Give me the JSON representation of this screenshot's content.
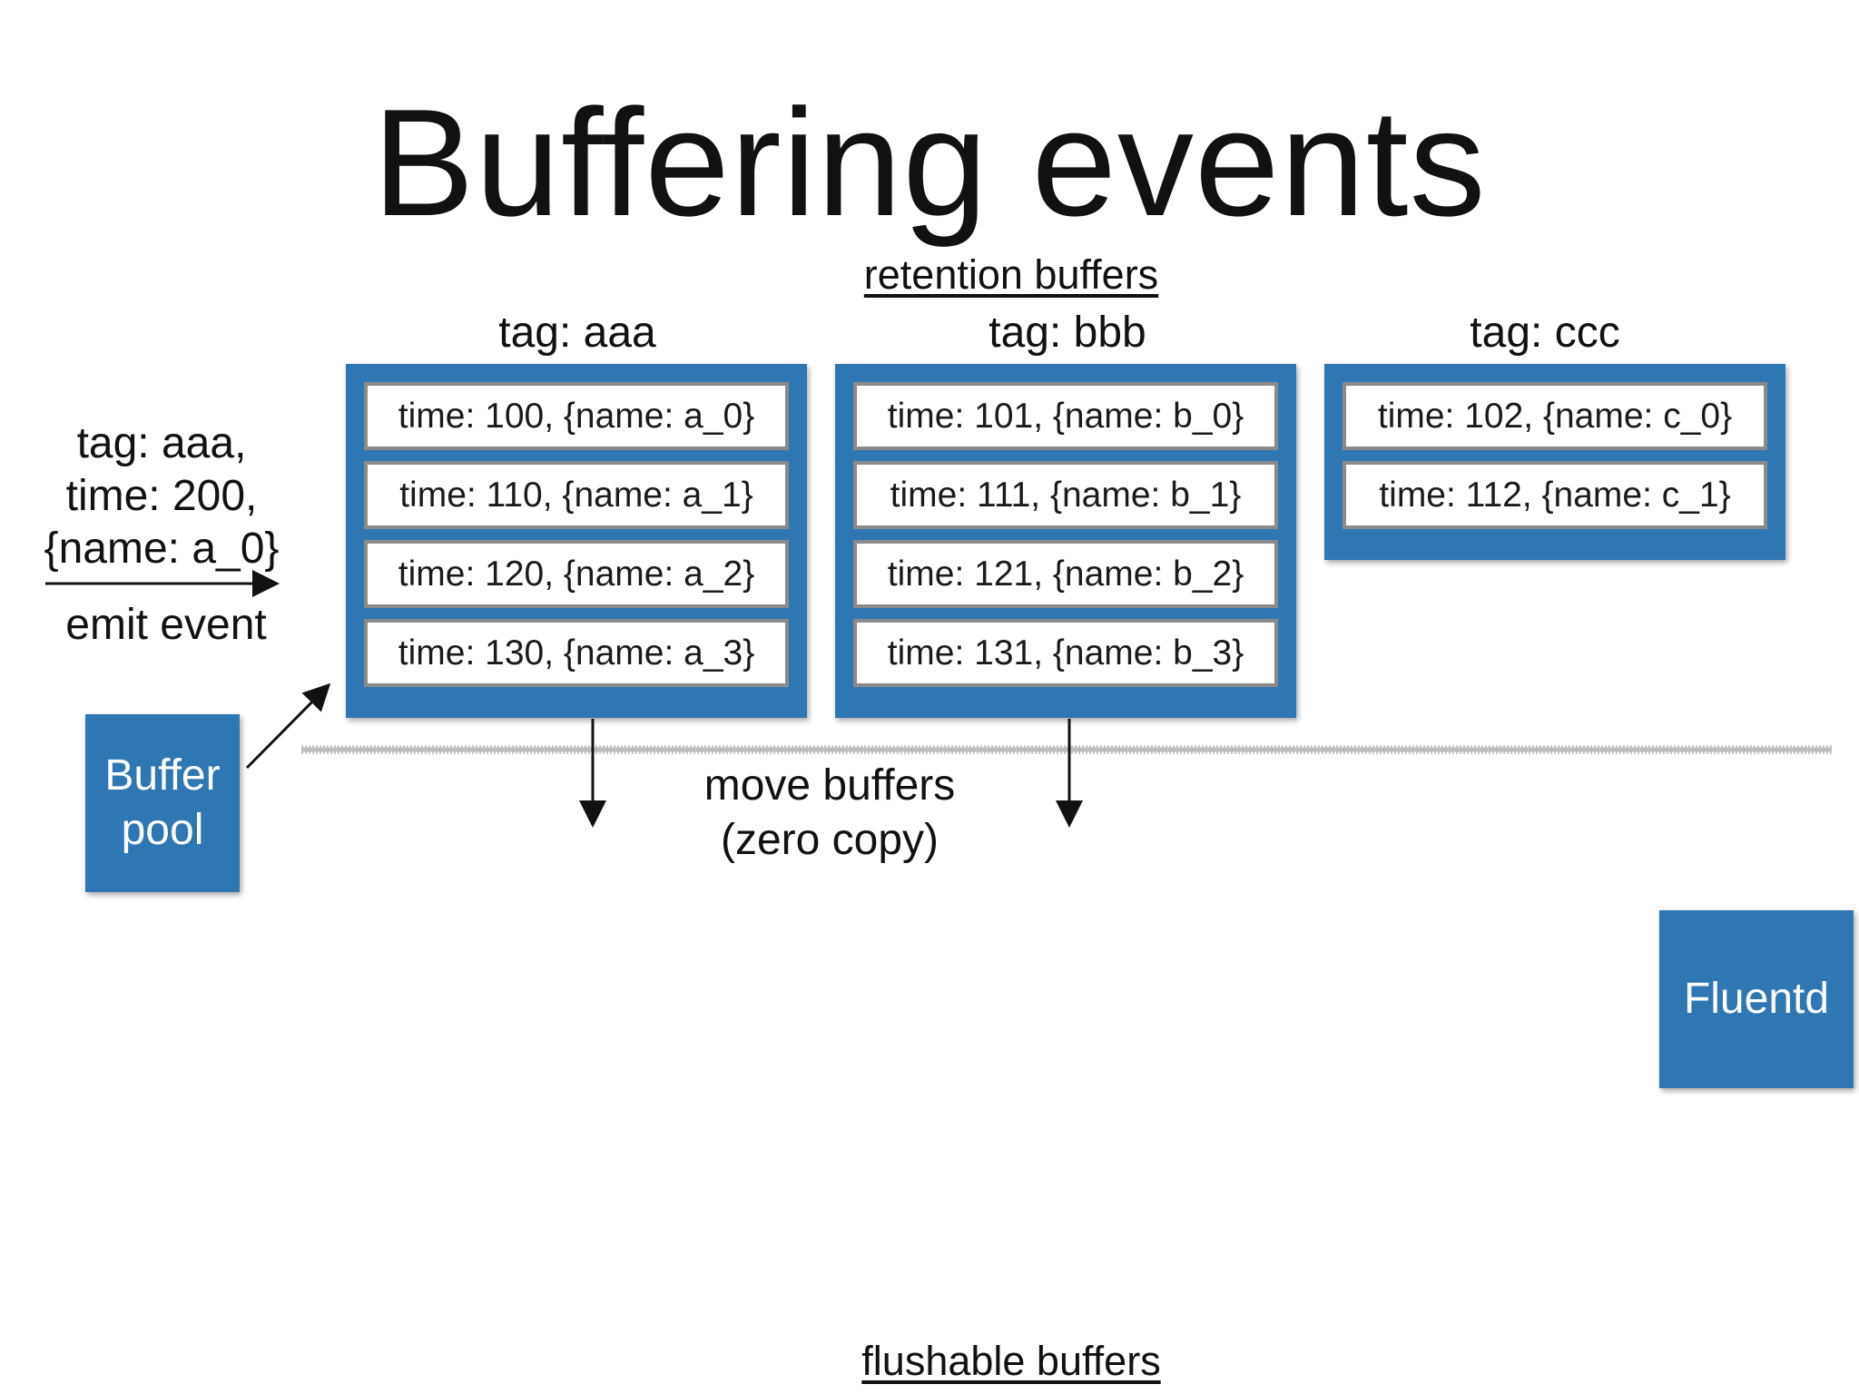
{
  "title": "Buffering events",
  "retention_label": "retention buffers",
  "flushable_label": "flushable buffers",
  "incoming_event": {
    "lines": [
      "tag: aaa,",
      "time: 200,",
      "{name: a_0}"
    ],
    "emit_label": "emit event"
  },
  "buffer_pool_label": [
    "Buffer",
    "pool"
  ],
  "fluentd_label": "Fluentd",
  "move_label": [
    "move buffers",
    "(zero copy)"
  ],
  "buffers": [
    {
      "tag": "tag: aaa",
      "chunks": [
        "time: 100, {name: a_0}",
        "time: 110, {name: a_1}",
        "time: 120, {name: a_2}",
        "time: 130, {name: a_3}"
      ]
    },
    {
      "tag": "tag: bbb",
      "chunks": [
        "time: 101, {name: b_0}",
        "time: 111, {name: b_1}",
        "time: 121, {name: b_2}",
        "time: 131, {name: b_3}"
      ]
    },
    {
      "tag": "tag: ccc",
      "chunks": [
        "time: 102, {name: c_0}",
        "time: 112, {name: c_1}"
      ]
    }
  ],
  "colors": {
    "buffer_blue": "#2f77b3",
    "chunk_border": "#8a8a8a",
    "divider_gray": "#c8c8c8"
  }
}
